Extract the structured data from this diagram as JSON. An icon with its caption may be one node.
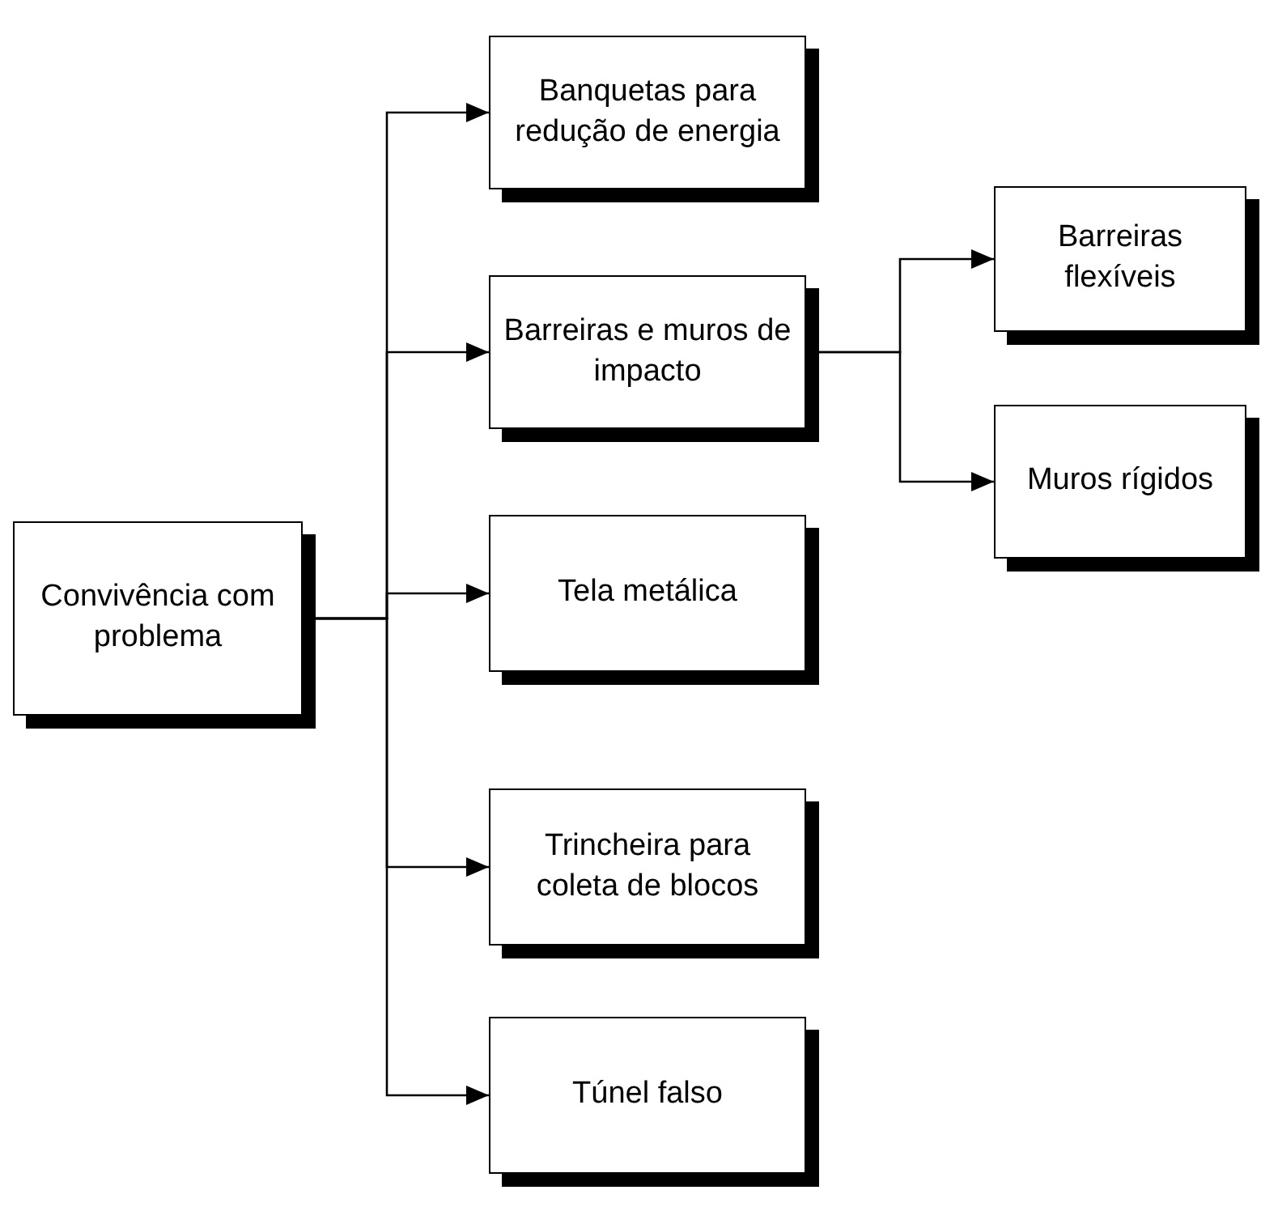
{
  "diagram": {
    "nodes": [
      {
        "text": [
          "Convivência com problema"
        ]
      },
      {
        "text": [
          "Banquetas para redução de energia"
        ]
      },
      {
        "text": [
          "Barreiras e muros de impacto"
        ]
      },
      {
        "text": [
          "Tela metálica"
        ]
      },
      {
        "text": [
          "Trincheira para coleta de blocos"
        ]
      },
      {
        "text": [
          "Túnel falso"
        ]
      },
      {
        "text": [
          "Barreiras flexíveis"
        ]
      },
      {
        "text": [
          "Muros rígidos"
        ]
      }
    ],
    "edges": [
      {
        "from": 0,
        "to": 1,
        "arrow": "to"
      },
      {
        "from": 0,
        "to": 2,
        "arrow": "to"
      },
      {
        "from": 0,
        "to": 3,
        "arrow": "to"
      },
      {
        "from": 0,
        "to": 4,
        "arrow": "to"
      },
      {
        "from": 0,
        "to": 5,
        "arrow": "to"
      },
      {
        "from": 2,
        "to": 6,
        "arrow": "to"
      },
      {
        "from": 2,
        "to": 7,
        "arrow": "to"
      }
    ]
  }
}
